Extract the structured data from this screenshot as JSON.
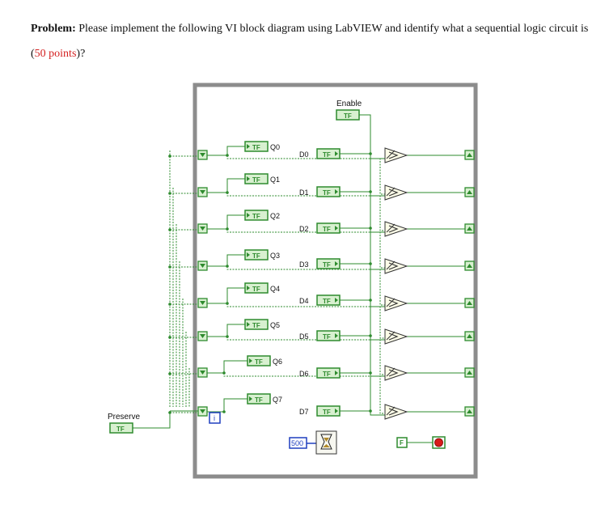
{
  "problem": {
    "label": "Problem:",
    "text": " Please implement the following VI block diagram using LabVIEW and identify what a sequential logic circuit is (",
    "points": "50 points",
    "end": ")?"
  },
  "diagram": {
    "enable_label": "Enable",
    "preserve_label": "Preserve",
    "bool_glyph": "TF",
    "q_labels": [
      "Q0",
      "Q1",
      "Q2",
      "Q3",
      "Q4",
      "Q5",
      "Q6",
      "Q7"
    ],
    "d_labels": [
      "D0",
      "D1",
      "D2",
      "D3",
      "D4",
      "D5",
      "D6",
      "D7"
    ],
    "wait_ms": "500",
    "iteration_terminal": "i",
    "false_constant": "F"
  },
  "colors": {
    "boolean_wire": "#2e8b2e",
    "boolean_fill": "#d8f0d0",
    "loop_frame": "#8c8c8c",
    "numeric_blue": "#1f3fbf",
    "stop_red": "#d81b1b"
  }
}
